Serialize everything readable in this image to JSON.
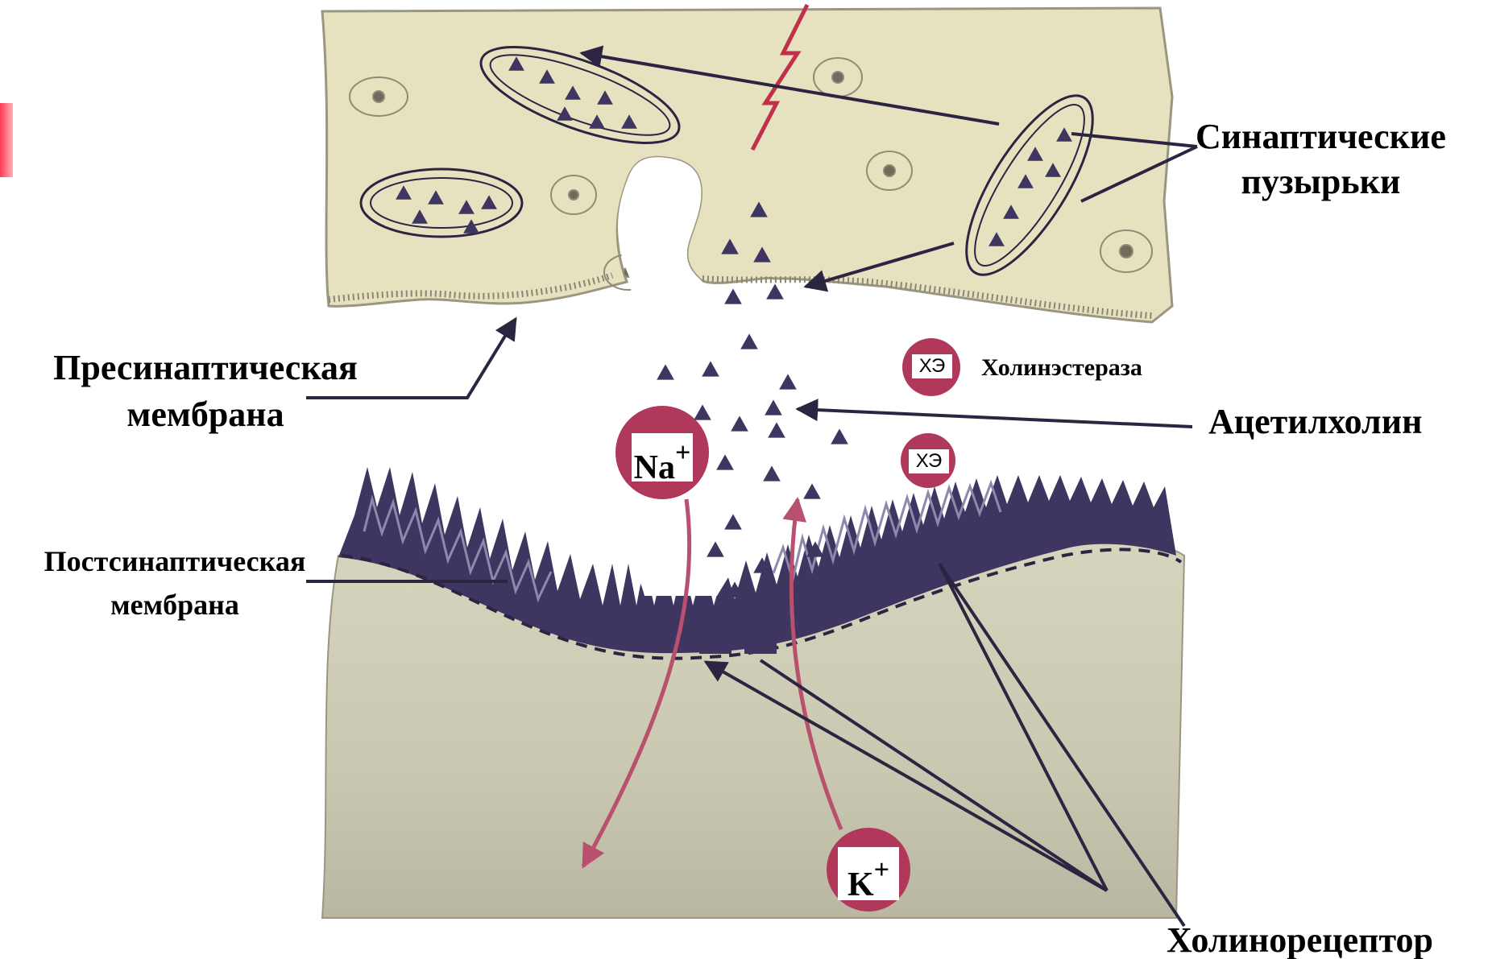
{
  "labels": {
    "synaptic_vesicles_line1": "Синаптические",
    "synaptic_vesicles_line2": "пузырьки",
    "presynaptic_line1": "Пресинаптическая",
    "presynaptic_line2": "мембрана",
    "cholinesterase": "Холинэстераза",
    "acetylcholine": "Ацетилхолин",
    "postsynaptic_line1": "Постсинаптическая",
    "postsynaptic_line2": "мембрана",
    "cholinoreceptor": "Холинорецептор"
  },
  "ions": {
    "na": "Na",
    "k": "K",
    "charge": "+"
  },
  "enzyme": {
    "abbr": "ХЭ"
  },
  "colors": {
    "background": "#ffffff",
    "presynaptic_tissue": "#e6e2c0",
    "postsynaptic_tissue": "#cfcdb4",
    "membrane_stipple": "#8a8674",
    "receptor_purple": "#3e3560",
    "ion_circle": "#b0385a",
    "ion_arrow": "#b8506e",
    "label_arrow": "#2b2542",
    "lightning": "#c0304a",
    "accent_tab": "#ff4b60"
  }
}
